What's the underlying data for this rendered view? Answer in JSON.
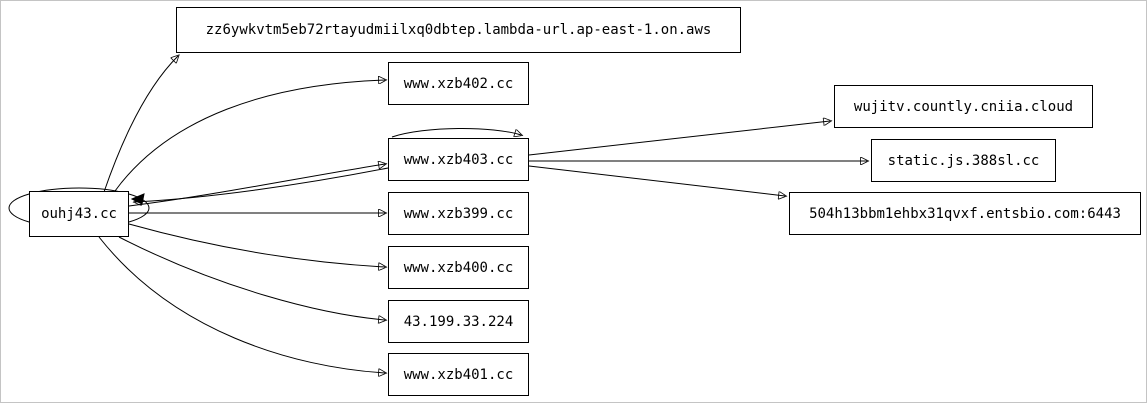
{
  "diagram": {
    "type": "directed-graph",
    "background_color": "#ffffff",
    "frame_border_color": "#c4c4c4",
    "node_fill_color": "#ffffff",
    "node_border_color": "#000000",
    "edge_color": "#000000",
    "nodes": {
      "ouhj43": {
        "label": "ouhj43.cc"
      },
      "lambda_url": {
        "label": "zz6ywkvtm5eb72rtayudmiilxq0dbtep.lambda-url.ap-east-1.on.aws"
      },
      "xzb402": {
        "label": "www.xzb402.cc"
      },
      "xzb403": {
        "label": "www.xzb403.cc"
      },
      "xzb399": {
        "label": "www.xzb399.cc"
      },
      "xzb400": {
        "label": "www.xzb400.cc"
      },
      "ip_43_199_33_224": {
        "label": "43.199.33.224"
      },
      "xzb401": {
        "label": "www.xzb401.cc"
      },
      "wujitv": {
        "label": "wujitv.countly.cniia.cloud"
      },
      "static_js": {
        "label": "static.js.388sl.cc"
      },
      "entsbio": {
        "label": "504h13bbm1ehbx31qvxf.entsbio.com:6443"
      }
    },
    "edges": [
      {
        "from": "ouhj43",
        "to": "lambda_url"
      },
      {
        "from": "ouhj43",
        "to": "xzb402"
      },
      {
        "from": "ouhj43",
        "to": "xzb403"
      },
      {
        "from": "ouhj43",
        "to": "xzb399"
      },
      {
        "from": "ouhj43",
        "to": "xzb400"
      },
      {
        "from": "ouhj43",
        "to": "ip_43_199_33_224"
      },
      {
        "from": "ouhj43",
        "to": "xzb401"
      },
      {
        "from": "ouhj43",
        "to": "ouhj43"
      },
      {
        "from": "xzb403",
        "to": "ouhj43"
      },
      {
        "from": "xzb403",
        "to": "xzb403"
      },
      {
        "from": "xzb403",
        "to": "wujitv"
      },
      {
        "from": "xzb403",
        "to": "static_js"
      },
      {
        "from": "xzb403",
        "to": "entsbio"
      }
    ]
  }
}
